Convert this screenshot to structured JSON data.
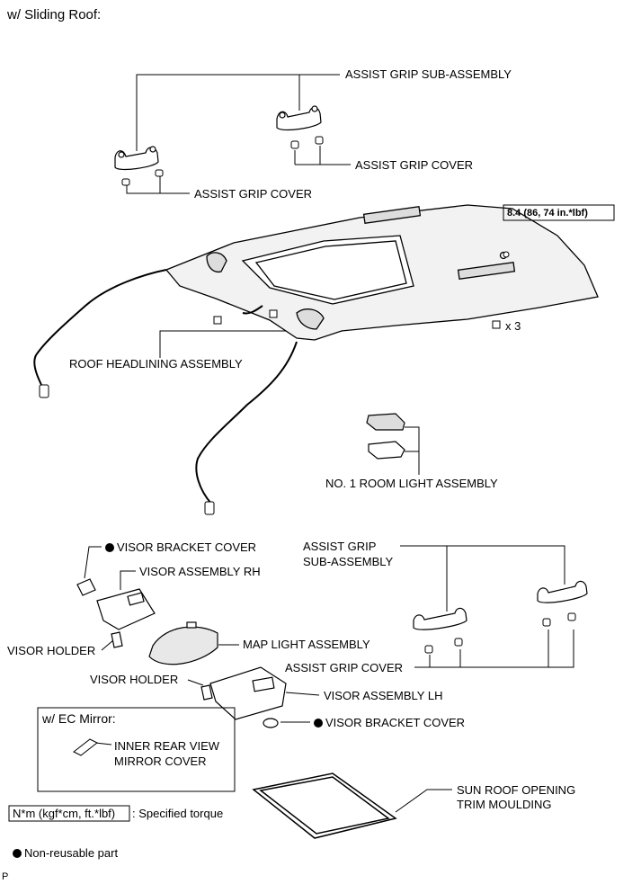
{
  "title": "w/ Sliding Roof:",
  "labels": {
    "assist_grip_sub_top": "ASSIST GRIP SUB-ASSEMBLY",
    "assist_grip_cover_top_right": "ASSIST GRIP COVER",
    "assist_grip_cover_top_left": "ASSIST GRIP COVER",
    "torque": "8.4 (86, 74 in.*lbf)",
    "x3": "x 3",
    "roof_headlining": "ROOF HEADLINING ASSEMBLY",
    "room_light": "NO. 1 ROOM LIGHT ASSEMBLY",
    "visor_bracket_cover_top": "VISOR BRACKET COVER",
    "visor_assembly_rh": "VISOR ASSEMBLY RH",
    "assist_grip_sub_line1": "ASSIST GRIP",
    "assist_grip_sub_line2": "SUB-ASSEMBLY",
    "visor_holder_left": "VISOR HOLDER",
    "map_light": "MAP LIGHT ASSEMBLY",
    "visor_holder_mid": "VISOR HOLDER",
    "assist_grip_cover_bottom": "ASSIST GRIP COVER",
    "visor_assembly_lh": "VISOR ASSEMBLY LH",
    "visor_bracket_cover_bottom": "VISOR BRACKET COVER",
    "ec_mirror_title": "w/ EC Mirror:",
    "inner_mirror_line1": "INNER REAR VIEW",
    "inner_mirror_line2": "MIRROR COVER",
    "sun_roof_line1": "SUN ROOF OPENING",
    "sun_roof_line2": "TRIM MOULDING",
    "legend_torque_box": "N*m (kgf*cm, ft.*lbf)",
    "legend_torque_text": ": Specified torque",
    "legend_nonreusable": "Non-reusable part",
    "corner_mark": "P"
  }
}
